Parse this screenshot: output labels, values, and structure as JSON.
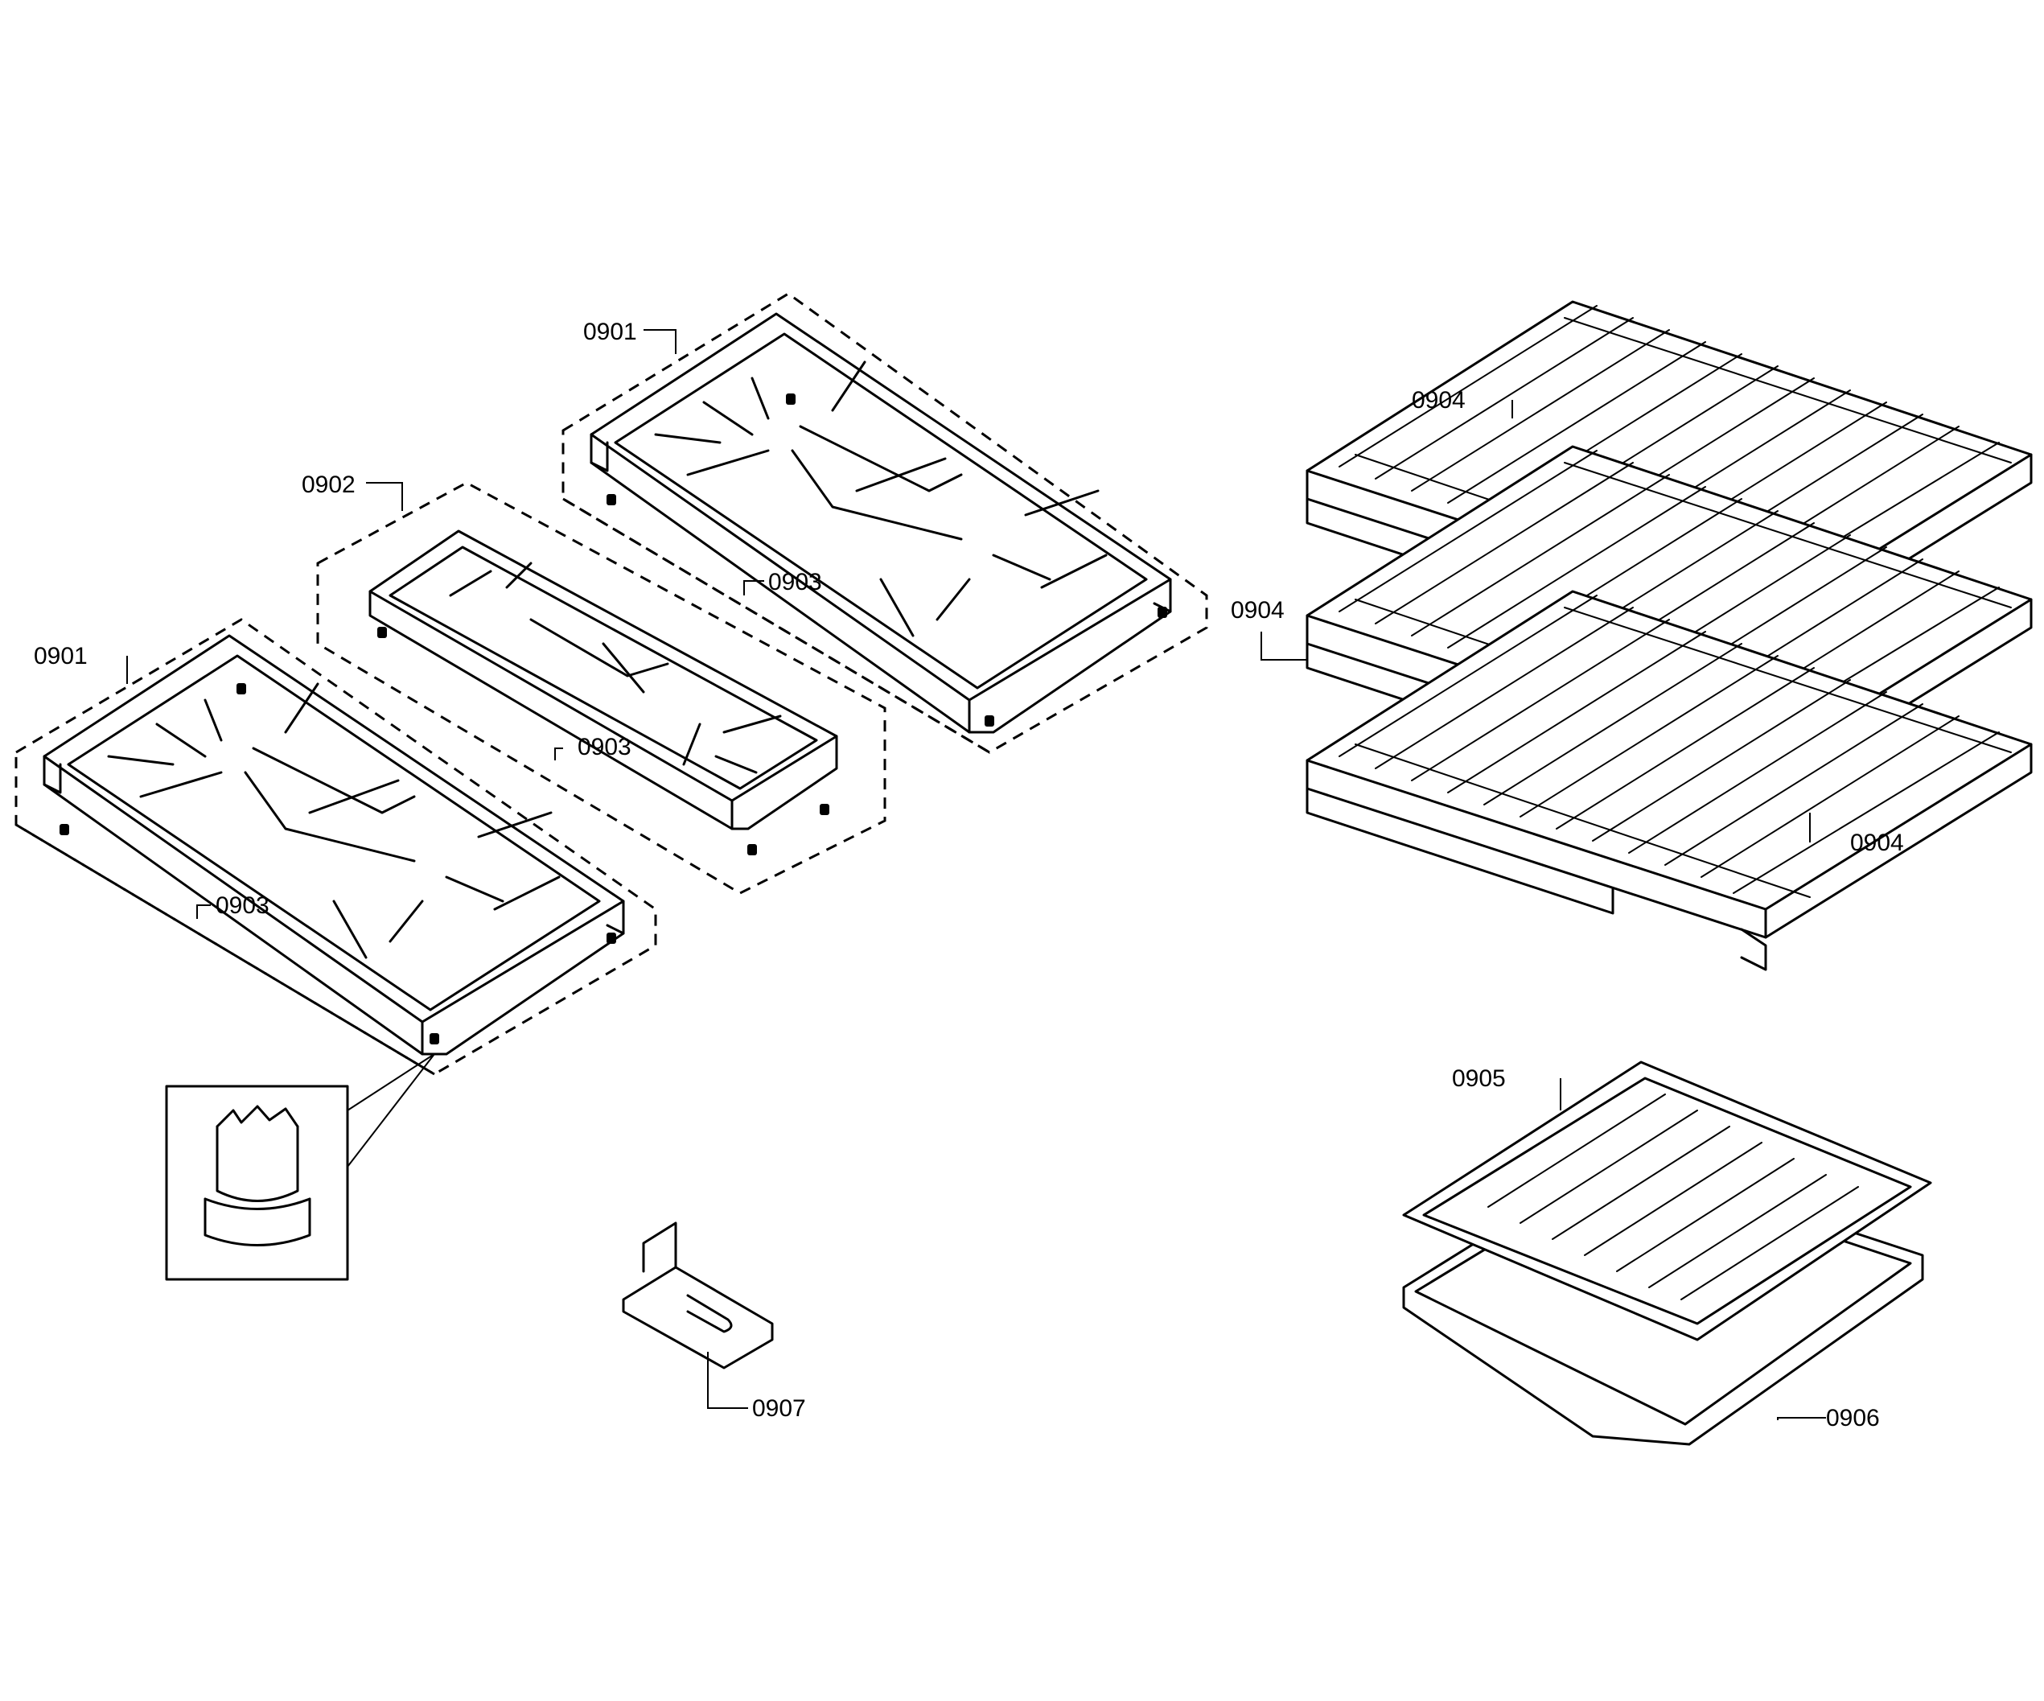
{
  "callouts": {
    "grate_left": "0901",
    "grate_right": "0901",
    "grate_center": "0902",
    "foot_left": "0903",
    "foot_center": "0903",
    "foot_right": "0903",
    "rack_top": "0904",
    "rack_mid": "0904",
    "rack_bottom": "0904",
    "broiler_insert": "0905",
    "broiler_pan": "0906",
    "bracket": "0907"
  }
}
